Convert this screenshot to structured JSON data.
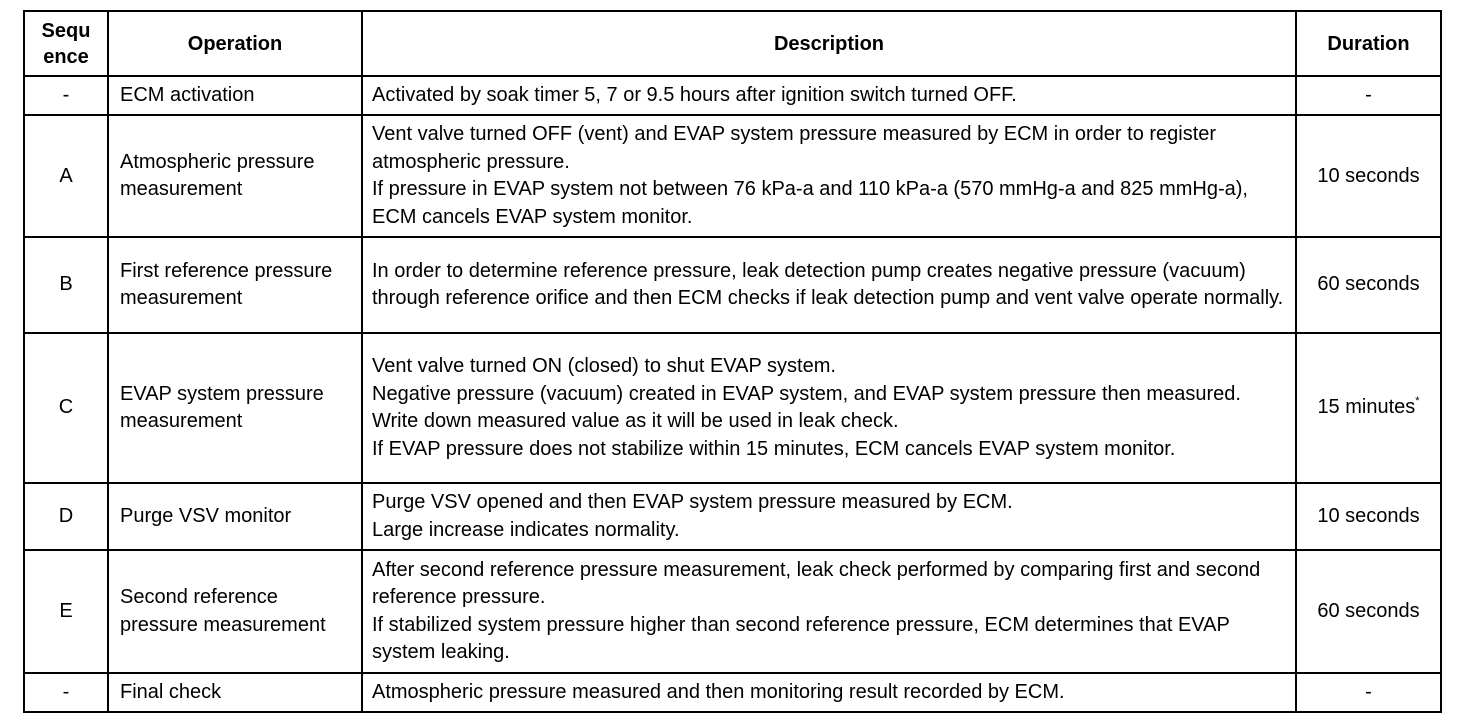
{
  "headers": {
    "sequence": "Sequence",
    "operation": "Operation",
    "description": "Description",
    "duration": "Duration"
  },
  "rows": [
    {
      "sequence": "-",
      "operation": "ECM activation",
      "description": [
        "Activated by soak timer 5, 7 or 9.5 hours after ignition switch turned OFF."
      ],
      "duration": "-"
    },
    {
      "sequence": "A",
      "operation": "Atmospheric pressure measurement",
      "description": [
        "Vent valve turned OFF (vent) and EVAP system pressure measured by ECM in order to register atmospheric pressure.",
        "If pressure in EVAP system not between 76 kPa-a and 110 kPa-a (570 mmHg-a and 825 mmHg-a), ECM cancels EVAP system monitor."
      ],
      "duration": "10 seconds"
    },
    {
      "sequence": "B",
      "operation": "First reference pressure measurement",
      "description": [
        "In order to determine reference pressure, leak detection pump creates negative pressure (vacuum) through reference orifice and then ECM checks if leak detection pump and vent valve operate normally."
      ],
      "duration": "60 seconds"
    },
    {
      "sequence": "C",
      "operation": "EVAP system pressure measurement",
      "description": [
        "Vent valve turned ON (closed) to shut EVAP system.",
        "Negative pressure (vacuum) created in EVAP system, and EVAP system pressure then measured.",
        "Write down measured value as it will be used in leak check.",
        "If EVAP pressure does not stabilize within 15 minutes, ECM cancels EVAP system monitor."
      ],
      "duration": "15 minutes",
      "duration_footnote": "*"
    },
    {
      "sequence": "D",
      "operation": "Purge VSV monitor",
      "description": [
        "Purge VSV opened and then EVAP system pressure measured by ECM.",
        "Large increase indicates normality."
      ],
      "duration": "10 seconds"
    },
    {
      "sequence": "E",
      "operation": "Second reference pressure measurement",
      "description": [
        "After second reference pressure measurement, leak check performed by comparing first and second reference pressure.",
        "If stabilized system pressure higher than second reference pressure, ECM determines that EVAP system leaking."
      ],
      "duration": "60 seconds"
    },
    {
      "sequence": "-",
      "operation": "Final check",
      "description": [
        "Atmospheric pressure measured and then monitoring result recorded by ECM."
      ],
      "duration": "-"
    }
  ]
}
